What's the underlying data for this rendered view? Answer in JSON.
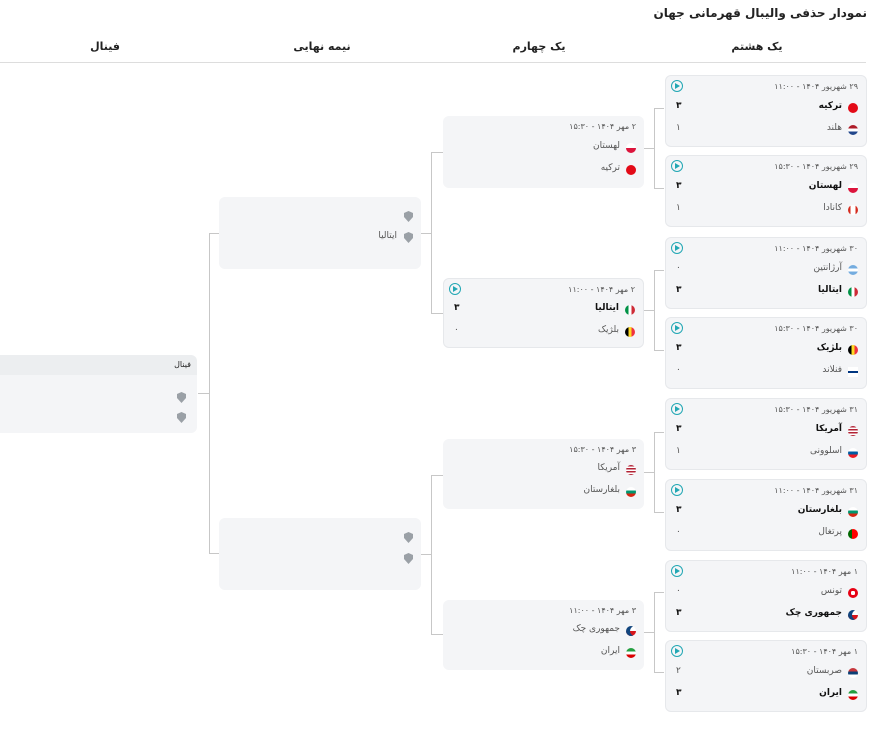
{
  "page": {
    "title": "نمودار حذفی والیبال قهرمانی جهان"
  },
  "columns": {
    "r16": "یک هشتم",
    "qf": "یک چهارم",
    "sf": "نیمه نهایی",
    "final": "فینال"
  },
  "r16": [
    {
      "date": "۲۹ شهریور ۱۴۰۴ - ۱۱:۰۰",
      "t1": "ترکیه",
      "s1": "۳",
      "w1": true,
      "t2": "هلند",
      "s2": "۱",
      "w2": false
    },
    {
      "date": "۲۹ شهریور ۱۴۰۴ - ۱۵:۳۰",
      "t1": "لهستان",
      "s1": "۳",
      "w1": true,
      "t2": "کانادا",
      "s2": "۱",
      "w2": false
    },
    {
      "date": "۳۰ شهریور ۱۴۰۴ - ۱۱:۰۰",
      "t1": "آرژانتین",
      "s1": "۰",
      "w1": false,
      "t2": "ایتالیا",
      "s2": "۳",
      "w2": true
    },
    {
      "date": "۳۰ شهریور ۱۴۰۴ - ۱۵:۳۰",
      "t1": "بلژیک",
      "s1": "۳",
      "w1": true,
      "t2": "فنلاند",
      "s2": "۰",
      "w2": false
    },
    {
      "date": "۳۱ شهریور ۱۴۰۴ - ۱۵:۳۰",
      "t1": "آمریکا",
      "s1": "۳",
      "w1": true,
      "t2": "اسلوونی",
      "s2": "۱",
      "w2": false
    },
    {
      "date": "۳۱ شهریور ۱۴۰۴ - ۱۱:۰۰",
      "t1": "بلغارستان",
      "s1": "۳",
      "w1": true,
      "t2": "پرتغال",
      "s2": "۰",
      "w2": false
    },
    {
      "date": "۱ مهر ۱۴۰۴ - ۱۱:۰۰",
      "t1": "تونس",
      "s1": "۰",
      "w1": false,
      "t2": "جمهوری چک",
      "s2": "۳",
      "w2": true
    },
    {
      "date": "۱ مهر ۱۴۰۴ - ۱۵:۳۰",
      "t1": "صربستان",
      "s1": "۲",
      "w1": false,
      "t2": "ایران",
      "s2": "۳",
      "w2": true
    }
  ],
  "qf": [
    {
      "date": "۲ مهر ۱۴۰۴ - ۱۵:۳۰",
      "t1": "لهستان",
      "t2": "ترکیه"
    },
    {
      "date": "۲ مهر ۱۴۰۴ - ۱۱:۰۰",
      "t1": "ایتالیا",
      "s1": "۳",
      "w1": true,
      "t2": "بلژیک",
      "s2": "۰",
      "w2": false
    },
    {
      "date": "۳ مهر ۱۴۰۴ - ۱۵:۳۰",
      "t1": "آمریکا",
      "t2": "بلغارستان"
    },
    {
      "date": "۳ مهر ۱۴۰۴ - ۱۱:۰۰",
      "t1": "جمهوری چک",
      "t2": "ایران"
    }
  ],
  "sf": [
    {
      "t1": "",
      "t2": "ایتالیا"
    },
    {
      "t1": "",
      "t2": ""
    }
  ],
  "final": {
    "label": "فینال"
  },
  "colors": {
    "accent": "#22a7b4",
    "card": "#f4f5f7"
  }
}
